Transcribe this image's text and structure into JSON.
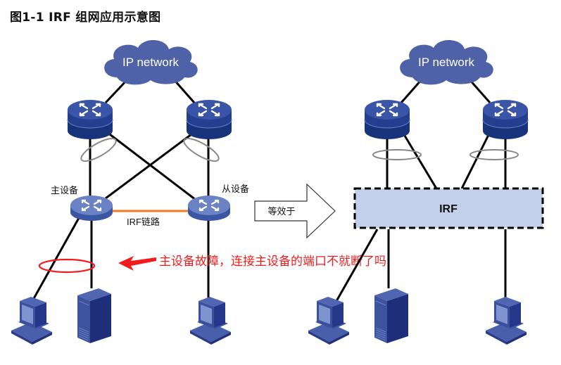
{
  "title": "图1-1  IRF 组网应用示意图",
  "left_diagram": {
    "cloud_label": "IP network",
    "master_label": "主设备",
    "slave_label": "从设备",
    "irf_link_label": "IRF链路"
  },
  "arrow_label": "等效于",
  "right_diagram": {
    "cloud_label": "IP network",
    "irf_box_label": "IRF"
  },
  "annotation": "主设备故障，连接主设备的端口不就断了吗",
  "colors": {
    "device_blue": "#2e4a9a",
    "cloud_blue": "#4f62a8",
    "irf_link_orange": "#f07a22",
    "irf_box_fill": "#c3d0ea",
    "annotation_red": "#f21c1c",
    "lag_ring_gray": "#888888"
  }
}
